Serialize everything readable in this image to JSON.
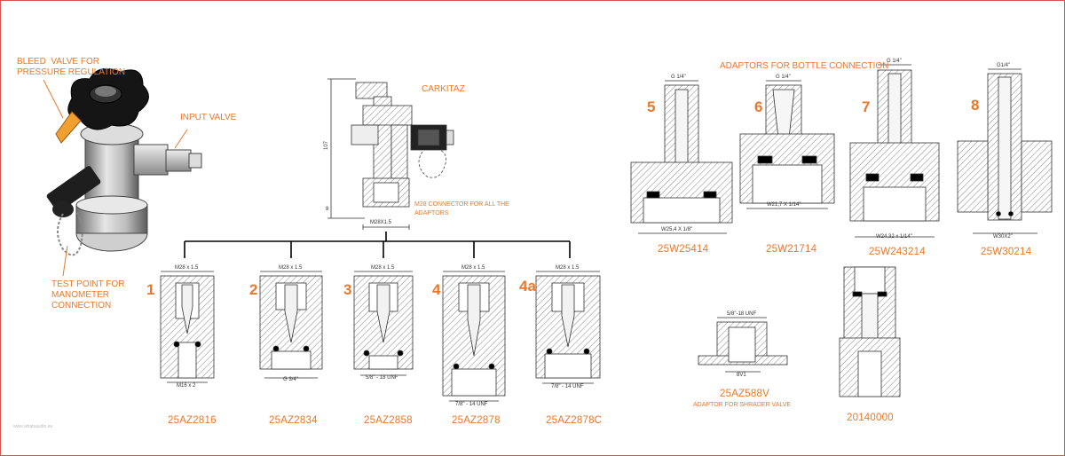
{
  "callouts": {
    "bleed_valve": "BLEED  VALVE FOR\nPRESSURE REGULATION",
    "input_valve": "INPUT VALVE",
    "test_point": "TEST POINT FOR\nMANOMETER\nCONNECTION",
    "carkitaz": "CARKITAZ",
    "m28_connector": "M28 CONNECTOR FOR ALL THE\nADAPTORS",
    "bottle_header": "ADAPTORS FOR BOTTLE CONNECTION",
    "shrader_note": "ADAPTOR FOR SHRADER VALVE"
  },
  "carkitaz_dims": {
    "height": "107",
    "base": "M28X1.5",
    "small": "8"
  },
  "adaptors_m28": [
    {
      "number": "1",
      "code": "25AZ2816",
      "top": "M28 x 1.5",
      "bottom": "M16 x 2"
    },
    {
      "number": "2",
      "code": "25AZ2834",
      "top": "M28 x 1.5",
      "bottom": "G 3/4\""
    },
    {
      "number": "3",
      "code": "25AZ2858",
      "top": "M28 x 1.5",
      "bottom": "5/8\" - 18 UNF"
    },
    {
      "number": "4",
      "code": "25AZ2878",
      "top": "M28 x 1.5",
      "bottom": "7/8\" - 14 UNF"
    },
    {
      "number": "4a",
      "code": "25AZ2878C",
      "top": "M28 x 1.5",
      "bottom": "7/8\" - 14 UNF"
    }
  ],
  "adaptors_bottle": [
    {
      "number": "5",
      "code": "25W25414",
      "top": "G 1/4\"",
      "bottom": "W25,4 X 1/8\""
    },
    {
      "number": "6",
      "code": "25W21714",
      "top": "G 1/4\"",
      "bottom": "W21,7 X 1/14\""
    },
    {
      "number": "7",
      "code": "25W243214",
      "top": "G 1/4\"",
      "bottom": "W24,32 x 1/14\""
    },
    {
      "number": "8",
      "code": "25W30214",
      "top": "G1/4\"",
      "bottom": "W30X2\""
    }
  ],
  "shrader": {
    "code": "25AZ588V",
    "top": "5/8\"-18 UNF",
    "bottom": "8V1"
  },
  "extra": {
    "code": "20140000"
  },
  "watermark": "www.whatsaudio.eu",
  "colors": {
    "accent": "#e8782a",
    "line": "#333333",
    "hatch": "#555555"
  }
}
